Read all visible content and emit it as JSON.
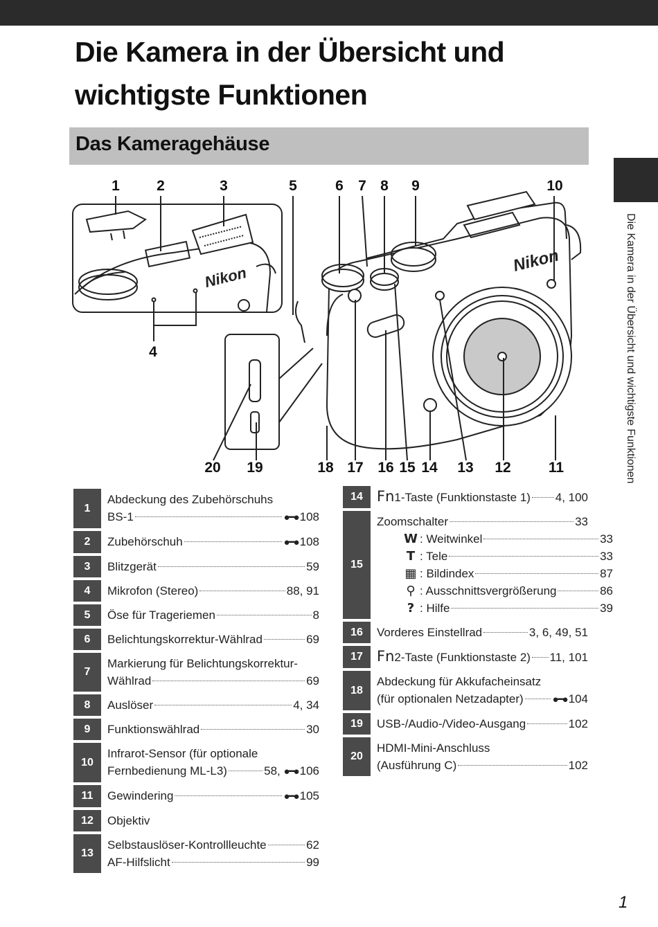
{
  "title_lines": [
    "Die Kamera in der Übersicht und",
    "wichtigste Funktionen"
  ],
  "section_title": "Das Kameragehäuse",
  "side_tab_text": "Die Kamera in der Übersicht und wichtigste Funktionen",
  "page_number": "1",
  "brand": "Nikon",
  "callouts": [
    "1",
    "2",
    "3",
    "5",
    "6",
    "7",
    "8",
    "9",
    "10",
    "4",
    "20",
    "19",
    "18",
    "17",
    "16",
    "15",
    "14",
    "13",
    "12",
    "11"
  ],
  "icons": {
    "binocular": "binocular-icon",
    "fn": "Fn"
  },
  "left_table": [
    {
      "num": "1",
      "lines": [
        {
          "label": "Abdeckung des Zubehörschuhs"
        },
        {
          "label": "BS-1",
          "ref": true,
          "page": "108"
        }
      ]
    },
    {
      "num": "2",
      "lines": [
        {
          "label": "Zubehörschuh",
          "ref": true,
          "page": "108"
        }
      ]
    },
    {
      "num": "3",
      "lines": [
        {
          "label": "Blitzgerät",
          "page": "59"
        }
      ]
    },
    {
      "num": "4",
      "lines": [
        {
          "label": "Mikrofon (Stereo)",
          "page": "88, 91"
        }
      ]
    },
    {
      "num": "5",
      "lines": [
        {
          "label": "Öse für Trageriemen",
          "page": "8"
        }
      ]
    },
    {
      "num": "6",
      "lines": [
        {
          "label": "Belichtungskorrektur-Wählrad",
          "page": "69"
        }
      ]
    },
    {
      "num": "7",
      "lines": [
        {
          "label": "Markierung für Belichtungskorrektur-"
        },
        {
          "label": "Wählrad",
          "page": "69"
        }
      ]
    },
    {
      "num": "8",
      "lines": [
        {
          "label": "Auslöser",
          "page": "4, 34"
        }
      ]
    },
    {
      "num": "9",
      "lines": [
        {
          "label": "Funktionswählrad",
          "page": "30"
        }
      ]
    },
    {
      "num": "10",
      "lines": [
        {
          "label": "Infrarot-Sensor (für optionale"
        },
        {
          "label": "Fernbedienung ML-L3)",
          "page_pre": "58, ",
          "ref": true,
          "page": "106"
        }
      ]
    },
    {
      "num": "11",
      "lines": [
        {
          "label": "Gewindering",
          "ref": true,
          "page": "105"
        }
      ]
    },
    {
      "num": "12",
      "lines": [
        {
          "label": "Objektiv"
        }
      ]
    },
    {
      "num": "13",
      "lines": [
        {
          "label": "Selbstauslöser-Kontrollleuchte",
          "page": "62"
        },
        {
          "label": "AF-Hilfslicht",
          "page": "99"
        }
      ]
    }
  ],
  "right_table": [
    {
      "num": "14",
      "lines": [
        {
          "fn": "1",
          "label": "-Taste (Funktionstaste 1)",
          "page": "4, 100"
        }
      ]
    },
    {
      "num": "15",
      "zoom_title": {
        "label": "Zoomschalter",
        "page": "33"
      },
      "zoom_items": [
        {
          "icon": "W",
          "icon_name": "wide-icon",
          "label": ": Weitwinkel",
          "page": "33"
        },
        {
          "icon": "T",
          "icon_name": "tele-icon",
          "label": ": Tele",
          "page": "33"
        },
        {
          "icon": "▦",
          "icon_name": "thumbnail-icon",
          "label": ": Bildindex",
          "page": "87"
        },
        {
          "icon": "⚲",
          "icon_name": "magnify-icon",
          "label": ": Ausschnittsvergrößerung",
          "page": "86"
        },
        {
          "icon": "?",
          "icon_name": "help-icon",
          "label": ": Hilfe",
          "page": "39"
        }
      ]
    },
    {
      "num": "16",
      "lines": [
        {
          "label": "Vorderes Einstellrad",
          "page": "3, 6, 49, 51"
        }
      ]
    },
    {
      "num": "17",
      "lines": [
        {
          "fn": "2",
          "label": "-Taste (Funktionstaste 2)",
          "page": "11, 101"
        }
      ]
    },
    {
      "num": "18",
      "lines": [
        {
          "label": "Abdeckung für Akkufacheinsatz"
        },
        {
          "label": "(für optionalen Netzadapter)",
          "ref": true,
          "page": "104"
        }
      ]
    },
    {
      "num": "19",
      "lines": [
        {
          "label": "USB-/Audio-/Video-Ausgang",
          "page": "102"
        }
      ]
    },
    {
      "num": "20",
      "lines": [
        {
          "label": "HDMI-Mini-Anschluss"
        },
        {
          "label": "(Ausführung C)",
          "page": "102"
        }
      ]
    }
  ]
}
